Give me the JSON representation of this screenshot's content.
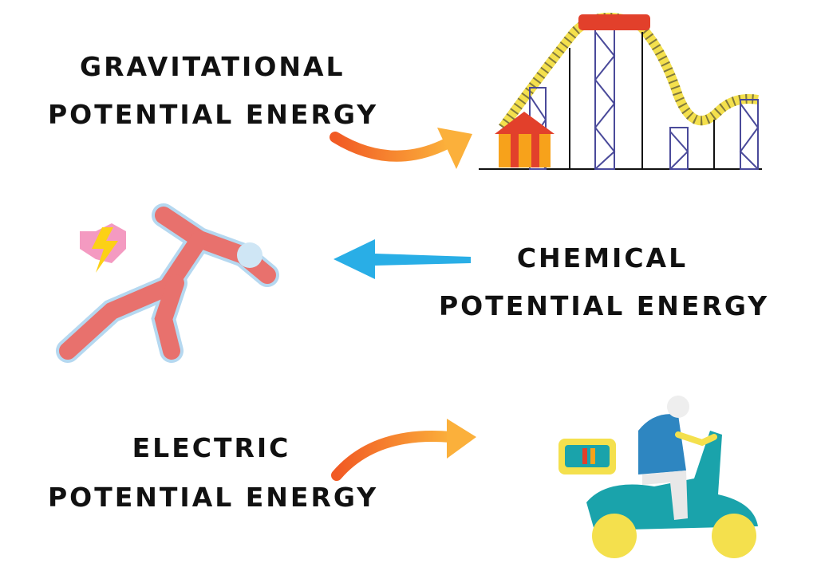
{
  "items": [
    {
      "line1": "GRAVITATIONAL",
      "line2": "POTENTIAL ENERGY",
      "illustration": "roller-coaster",
      "arrow_direction": "right",
      "arrow_color": "#f7a21b"
    },
    {
      "line1": "CHEMICAL",
      "line2": "POTENTIAL ENERGY",
      "illustration": "sprinting-runner",
      "arrow_direction": "left",
      "arrow_color": "#29aee6"
    },
    {
      "line1": "ELECTRIC",
      "line2": "POTENTIAL ENERGY",
      "illustration": "electric-scooter",
      "arrow_direction": "right",
      "arrow_color": "#f7a21b"
    }
  ]
}
